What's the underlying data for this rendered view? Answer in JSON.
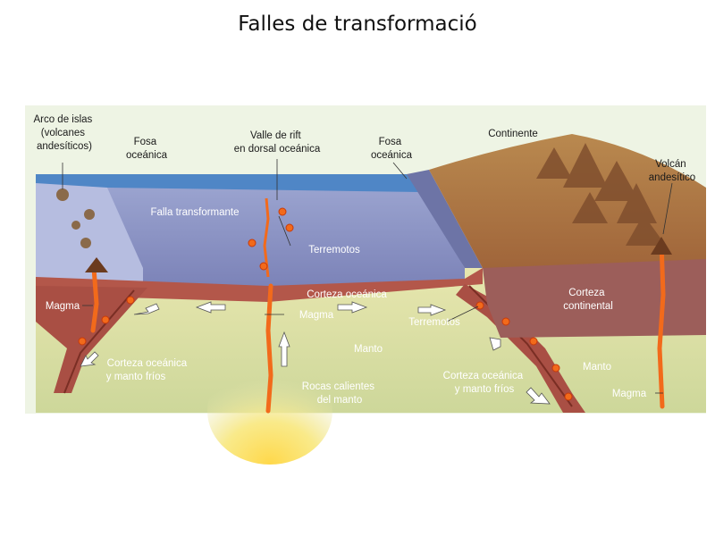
{
  "title": "Falles de transformació",
  "labels": {
    "arco_islas": [
      "Arco de islas",
      "(volcanes",
      "andesíticos)"
    ],
    "fosa_left": [
      "Fosa",
      "oceánica"
    ],
    "valle_rift": [
      "Valle de rift",
      "en dorsal oceánica"
    ],
    "fosa_right": [
      "Fosa",
      "oceánica"
    ],
    "continente": "Continente",
    "volcan": [
      "Volcán",
      "andesítico"
    ],
    "falla": "Falla transformante",
    "terremotos_top": "Terremotos",
    "corteza_oceanica": "Corteza oceánica",
    "corteza_continental": [
      "Corteza",
      "continental"
    ],
    "magma_left": "Magma",
    "magma_center": "Magma",
    "terremotos_right": "Terremotos",
    "manto_center": "Manto",
    "manto_right": "Manto",
    "corteza_frios_left": [
      "Corteza oceánica",
      "y manto fríos"
    ],
    "rocas_calientes": [
      "Rocas calientes",
      "del manto"
    ],
    "corteza_frios_right": [
      "Corteza oceánica",
      "y manto fríos"
    ],
    "magma_right": "Magma"
  },
  "colors": {
    "ocean": "#4f86c6",
    "seafloor": "#8c95c4",
    "oceanic_crust": "#b3574a",
    "mantle": "#cfd8a0",
    "continent": "#a66b3e",
    "continental_crust": "#9c5e5a",
    "magma": "#f26a1b"
  }
}
